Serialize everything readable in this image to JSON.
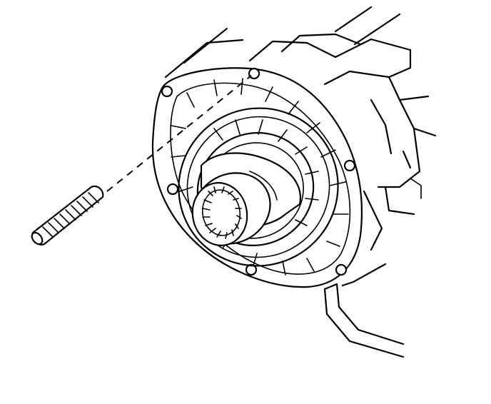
{
  "diagram": {
    "ink_color": "#000000",
    "background_color": "#ffffff",
    "parts": [
      "housing",
      "extension-flange",
      "output-shaft",
      "stud",
      "cable"
    ]
  }
}
